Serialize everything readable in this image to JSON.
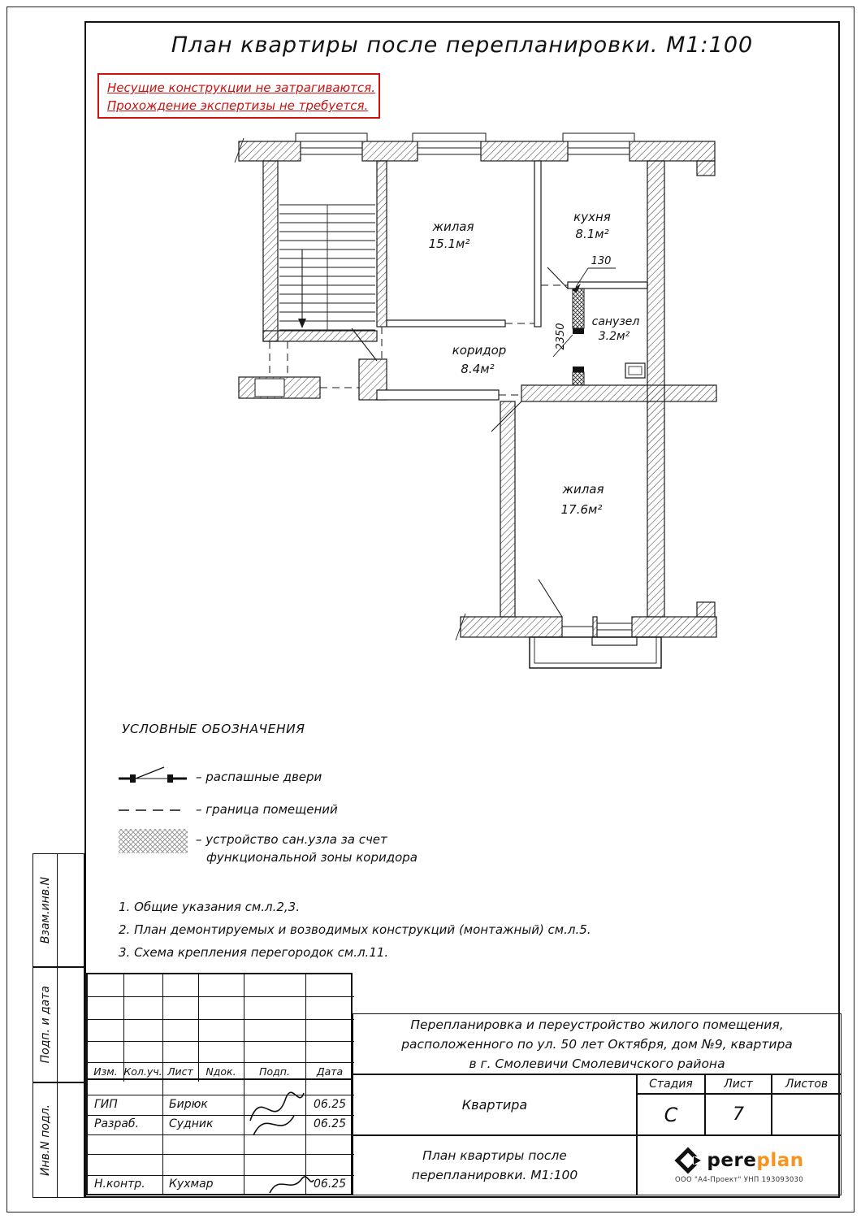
{
  "page": {
    "title": "План квартиры после перепланировки. М1:100"
  },
  "warning": {
    "line1": "Несущие конструкции не затрагиваются.",
    "line2": "Прохождение экспертизы не требуется."
  },
  "plan": {
    "rooms": [
      {
        "name": "жилая",
        "area": "15.1м²"
      },
      {
        "name": "кухня",
        "area": "8.1м²"
      },
      {
        "name": "санузел",
        "area": "3.2м²"
      },
      {
        "name": "коридор",
        "area": "8.4м²"
      },
      {
        "name": "жилая",
        "area": "17.6м²"
      }
    ],
    "dims": {
      "partition": "130",
      "depth": "2350"
    }
  },
  "legend": {
    "title": "УСЛОВНЫЕ ОБОЗНАЧЕНИЯ",
    "items": [
      {
        "label": "– распашные двери"
      },
      {
        "label": "– граница помещений"
      },
      {
        "label": "– устройство сан.узла за счет",
        "label2": "функциональной зоны коридора"
      }
    ]
  },
  "notes": [
    "1. Общие указания см.л.2,3.",
    "2. План демонтируемых и возводимых конструкций (монтажный) см.л.5.",
    "3. Схема крепления перегородок см.л.11."
  ],
  "sidebar": {
    "labels": [
      "Взам.инв.N",
      "Подп. и дата",
      "Инв.N подл."
    ]
  },
  "titleblock": {
    "columns": [
      "Изм.",
      "Кол.уч.",
      "Лист",
      "Nдок.",
      "Подп.",
      "Дата"
    ],
    "rows": [
      {
        "role": "ГИП",
        "name": "Бирюк",
        "date": "06.25"
      },
      {
        "role": "Разраб.",
        "name": "Судник",
        "date": "06.25"
      },
      {
        "role": "Н.контр.",
        "name": "Кухмар",
        "date": "06.25"
      }
    ],
    "project": {
      "line1": "Перепланировка и переустройство жилого помещения,",
      "line2": "расположенного по ул. 50 лет Октября, дом №9, квартира",
      "line3": "в г. Смолевичи Смолевичского района"
    },
    "object_name": "Квартира",
    "stage_label": "Стадия",
    "sheet_label": "Лист",
    "sheets_label": "Листов",
    "stage_value": "С",
    "sheet_value": "7",
    "drawing_title": {
      "line1": "План квартиры после",
      "line2": "перепланировки. М1:100"
    },
    "logo": {
      "brand_black": "pere",
      "brand_orange": "plan",
      "company": "ООО \"А4-Проект\" УНП 193093030"
    }
  },
  "colors": {
    "accent_red": "#cc1111",
    "logo_orange": "#f7941e",
    "line_black": "#111111"
  }
}
